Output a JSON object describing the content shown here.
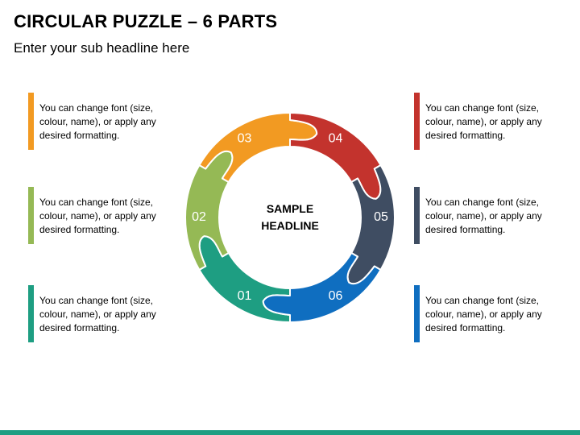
{
  "header": {
    "title": "CIRCULAR PUZZLE – 6 PARTS",
    "subtitle": "Enter your sub headline here"
  },
  "center": {
    "line1": "SAMPLE",
    "line2": "HEADLINE"
  },
  "pieces": [
    {
      "label": "01",
      "color": "#1e9e82"
    },
    {
      "label": "02",
      "color": "#95b955"
    },
    {
      "label": "03",
      "color": "#f29a22"
    },
    {
      "label": "04",
      "color": "#c3332d"
    },
    {
      "label": "05",
      "color": "#3f4d62"
    },
    {
      "label": "06",
      "color": "#0f6ec0"
    }
  ],
  "left_items": [
    {
      "text": "You can change font (size, colour, name), or apply any desired formatting.",
      "color": "#f29a22"
    },
    {
      "text": "You can change font (size, colour, name), or apply any desired formatting.",
      "color": "#95b955"
    },
    {
      "text": "You can change font (size, colour, name), or apply any desired formatting.",
      "color": "#1e9e82"
    }
  ],
  "right_items": [
    {
      "text": "You can change font (size, colour, name), or apply any desired formatting.",
      "color": "#c3332d"
    },
    {
      "text": "You can change font (size, colour, name), or apply any desired formatting.",
      "color": "#3f4d62"
    },
    {
      "text": "You can change font (size, colour, name), or apply any desired formatting.",
      "color": "#0f6ec0"
    }
  ],
  "footer": {
    "color": "#1e9e82"
  }
}
